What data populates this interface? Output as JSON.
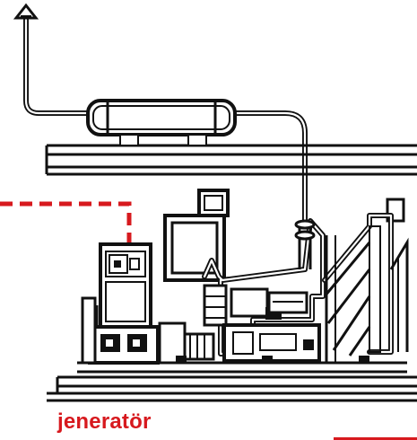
{
  "caption": {
    "text": "jeneratör"
  },
  "colors": {
    "line": "#111111",
    "accent": "#d7191e",
    "background": "#ffffff"
  },
  "parts": {
    "exhaust_pipe": "exhaust-pipe",
    "muffler": "muffler",
    "control_panel": "control-panel",
    "engine": "engine",
    "radiator": "radiator",
    "base_frame": "base-frame"
  }
}
